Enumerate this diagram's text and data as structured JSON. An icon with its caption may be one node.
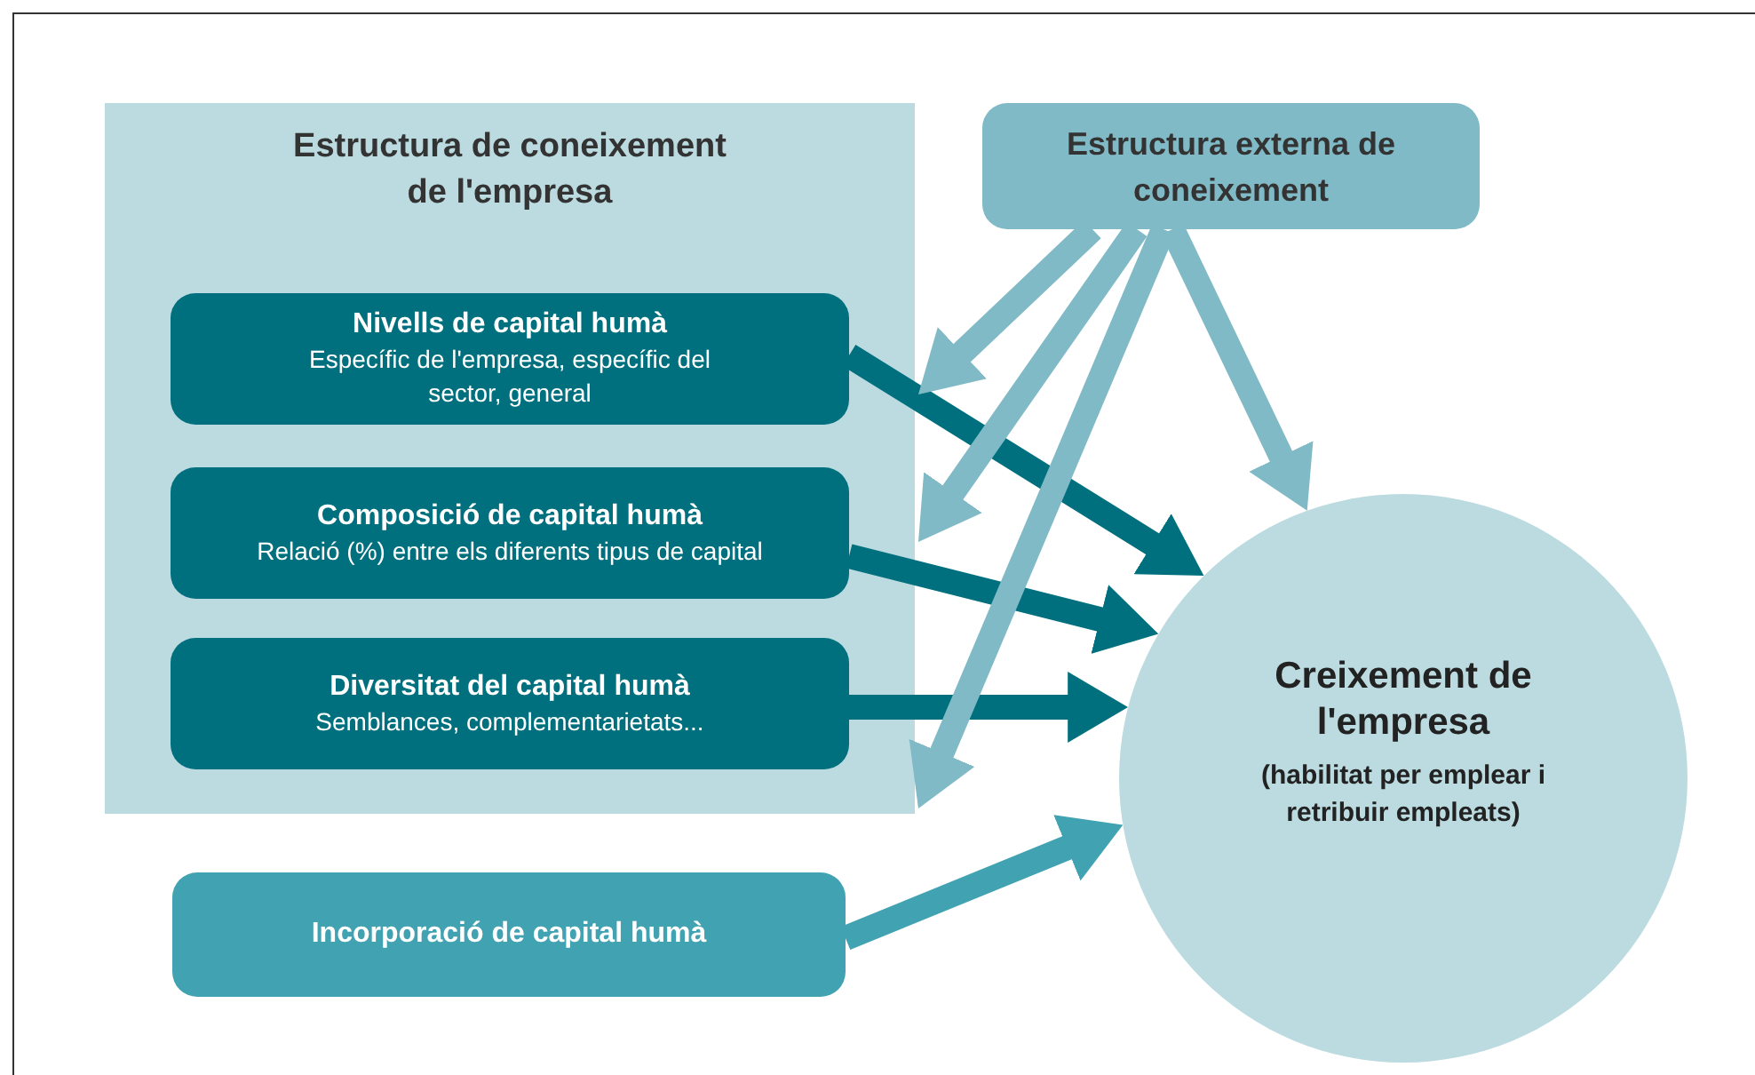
{
  "diagram": {
    "nodes": [
      {
        "text": [
          "Estructura de coneixement de l'empresa"
        ]
      },
      {
        "text": [
          "Nivells de capital humà",
          "Específic de l'empresa, específic del sector, general"
        ],
        "in": 0
      },
      {
        "text": [
          "Composició de capital humà",
          "Relació (%) entre els diferents tipus de capital"
        ],
        "in": 0
      },
      {
        "text": [
          "Diversitat del capital humà",
          "Semblances, complementarietats..."
        ],
        "in": 0
      },
      {
        "text": [
          "Estructura externa de coneixement"
        ]
      },
      {
        "text": [
          "Incorporació de capital humà"
        ]
      },
      {
        "text": [
          "Creixement de l'empresa",
          "(habilitat per emplear i retribuir empleats)"
        ]
      }
    ],
    "edges": [
      {
        "from": 1,
        "to": 6,
        "arrow": "to",
        "color": "#00707f"
      },
      {
        "from": 2,
        "to": 6,
        "arrow": "to",
        "color": "#00707f"
      },
      {
        "from": 3,
        "to": 6,
        "arrow": "to",
        "color": "#00707f"
      },
      {
        "from": 4,
        "to": 0,
        "arrow": "to",
        "color": "#80bac6"
      },
      {
        "from": 4,
        "to": 0,
        "arrow": "to",
        "color": "#80bac6"
      },
      {
        "from": 4,
        "to": 0,
        "arrow": "to",
        "color": "#80bac6"
      },
      {
        "from": 4,
        "to": 6,
        "arrow": "to",
        "color": "#80bac6"
      },
      {
        "from": 5,
        "to": 6,
        "arrow": "to",
        "color": "#41a2b1"
      }
    ]
  }
}
